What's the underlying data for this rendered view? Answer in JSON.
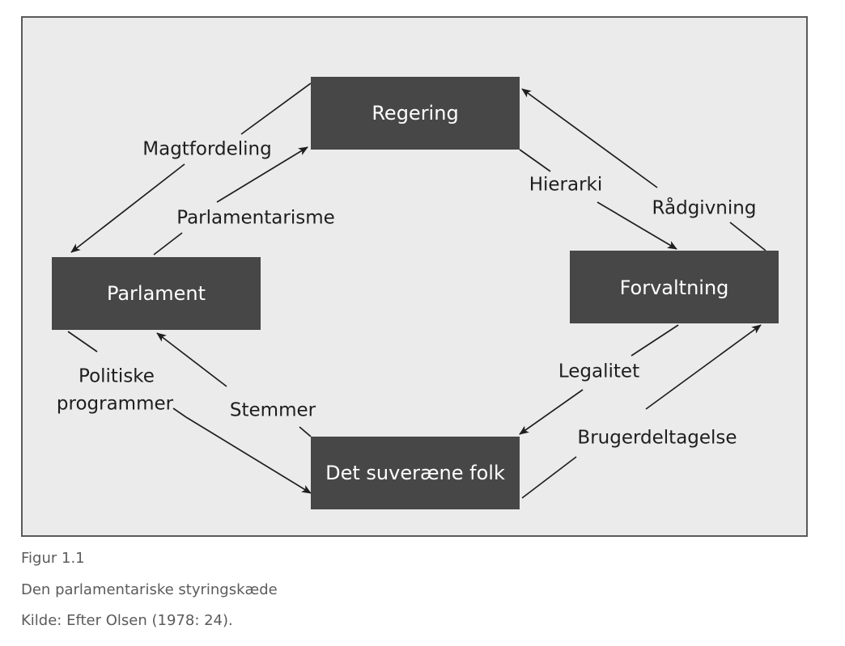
{
  "diagram": {
    "nodes": {
      "regering": "Regering",
      "parlament": "Parlament",
      "forvaltning": "Forvaltning",
      "folk": "Det suveræne folk"
    },
    "edges": {
      "magtfordeling": "Magtfordeling",
      "parlamentarisme": "Parlamentarisme",
      "hierarki": "Hierarki",
      "raadgivning": "Rådgivning",
      "legalitet": "Legalitet",
      "brugerdeltagelse": "Brugerdeltagelse",
      "stemmer": "Stemmer",
      "politiske_line1": "Politiske",
      "politiske_line2": "programmer"
    }
  },
  "caption": {
    "figure_number": "Figur 1.1",
    "title": "Den parlamentariske styringskæde",
    "source": "Kilde: Efter Olsen (1978: 24)."
  }
}
